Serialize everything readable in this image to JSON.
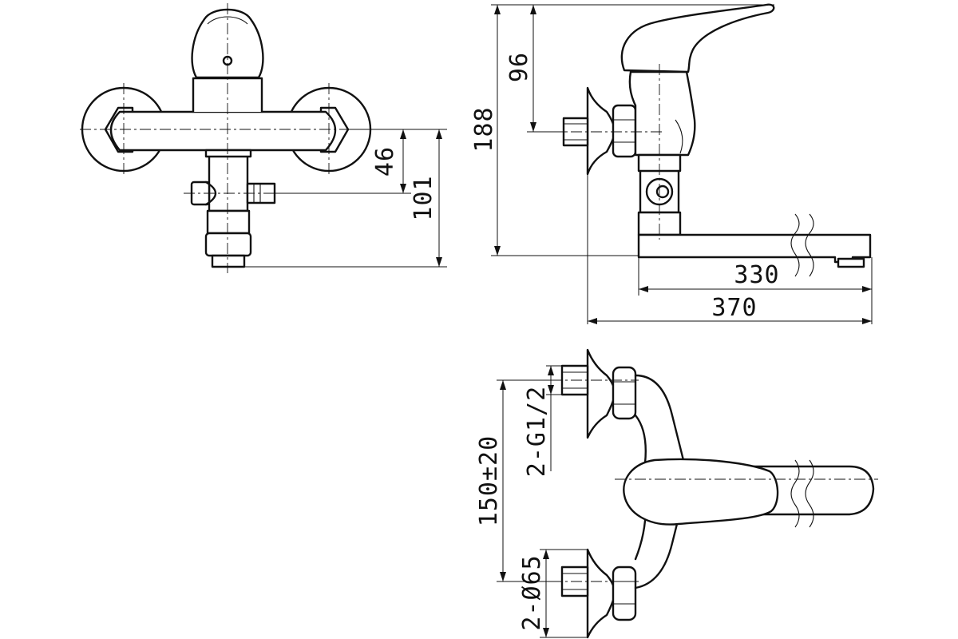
{
  "dimensions": {
    "d46": "46",
    "d101": "101",
    "d96": "96",
    "d188": "188",
    "d330": "330",
    "d370": "370",
    "spacing": "150±20",
    "thread": "2-G1/2",
    "diameter": "2-Ø65"
  }
}
